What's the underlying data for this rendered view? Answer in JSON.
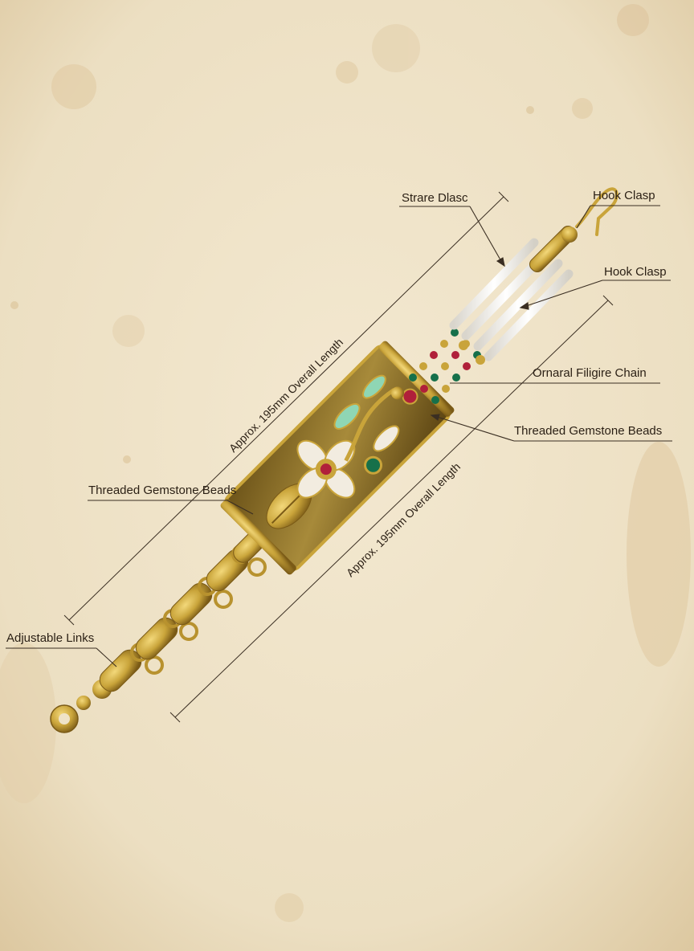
{
  "labels": {
    "strare_dlasc": "Strare Dlasc",
    "hook_clasp_top": "Hook Clasp",
    "hook_clasp_mid": "Hook Clasp",
    "ornaral_filigree": "Ornaral Filigire Chain",
    "threaded_beads_right": "Threaded Gemstone Beads",
    "threaded_beads_left": "Threaded Gemstone Beads",
    "adjustable_links": "Adjustable Links",
    "length_upper": "Approx. 195mm Overall Length",
    "length_lower": "Approx. 195mm Overall Length"
  },
  "colors": {
    "paper": "#efe3c8",
    "stain": "#e2cda6",
    "gold": "#c9a43a",
    "gold_dark": "#8a6a1e",
    "pearl": "#f4f1ea",
    "ruby": "#b0203a",
    "emerald": "#16704a",
    "mint": "#8fd6b4",
    "line": "#3a2e22"
  }
}
